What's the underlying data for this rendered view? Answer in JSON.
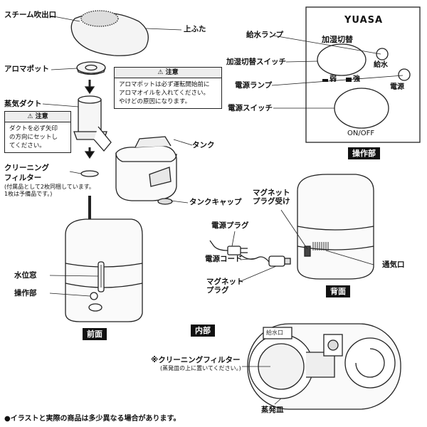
{
  "labels": {
    "steam_outlet": "スチーム吹出口",
    "top_lid": "上ふた",
    "aroma_pot": "アロマポット",
    "steam_duct": "蒸気ダクト",
    "tank": "タンク",
    "tank_cap": "タンクキャップ",
    "cleaning_filter": "クリーニング",
    "cleaning_filter_2": "フィルター",
    "cleaning_filter_note": "(付属品として2枚同梱しています。\n1枚は予備品です。)",
    "water_window": "水位窓",
    "control_panel": "操作部",
    "magnet_receiver": "マグネット\nプラグ受け",
    "power_plug": "電源プラグ",
    "power_cord": "電源コード",
    "magnet_plug": "マグネット\nプラグ",
    "vent": "通気口",
    "inner_filter": "※クリーニングフィルター",
    "inner_filter_note": "(蒸発皿の上に置いてください。)",
    "evap_dish": "蒸発皿",
    "water_supply_tag": "給水口"
  },
  "notices": {
    "aroma": {
      "title": "注意",
      "body": "アロマポットは必ず運転開始前に\nアロマオイルを入れてください。\nやけどの原因になります。"
    },
    "duct": {
      "title": "注意",
      "body": "ダクトを必ず矢印\nの方向にセットし\nてください。"
    }
  },
  "panel": {
    "brand": "YUASA",
    "humidify_switch_label": "加湿切替",
    "water_lamp_label": "給水",
    "weak_strong": "弱",
    "strong": "強",
    "power_lamp_label": "電源",
    "onoff": "ON/OFF",
    "callouts": {
      "water_lamp": "給水ランプ",
      "humidify_switch": "加湿切替スイッチ",
      "power_lamp": "電源ランプ",
      "power_switch": "電源スイッチ"
    }
  },
  "section_titles": {
    "control": "操作部",
    "back": "背面",
    "front": "前面",
    "inner": "内部"
  },
  "footnote": "●イラストと実際の商品は多少異なる場合があります。"
}
